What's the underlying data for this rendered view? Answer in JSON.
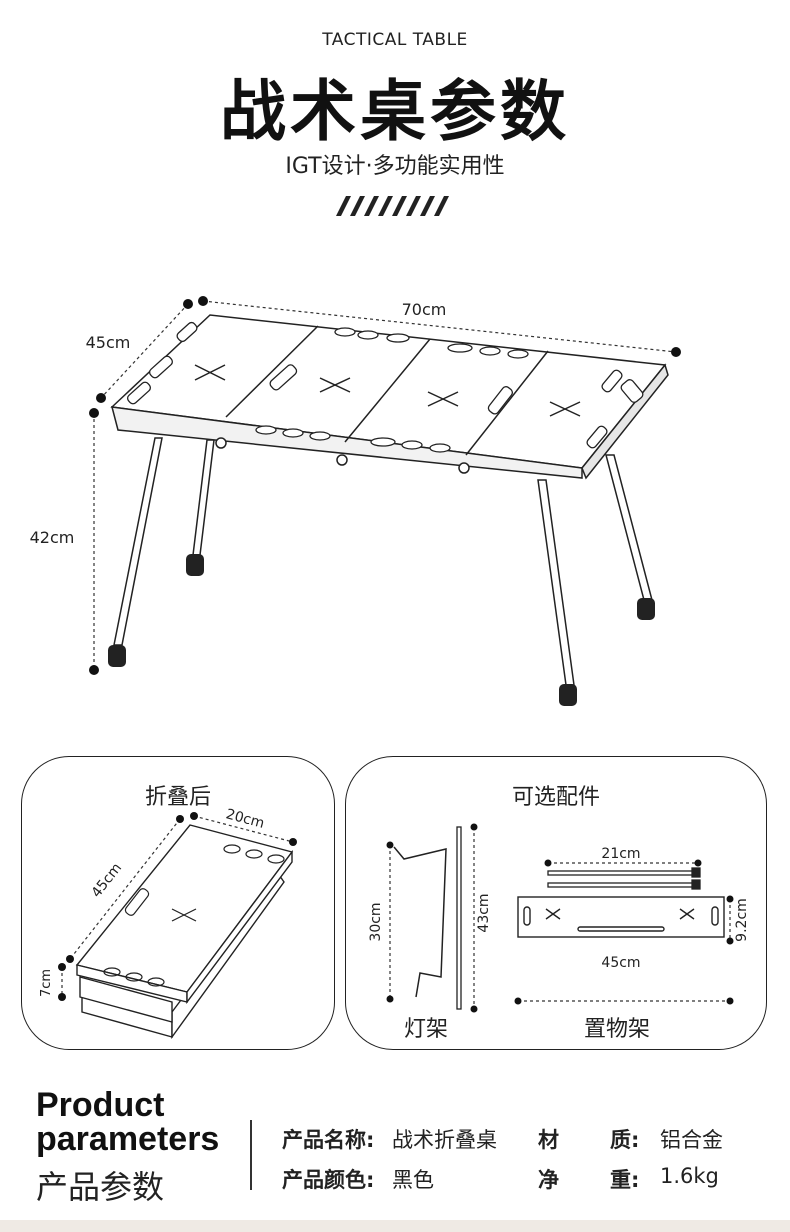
{
  "header": {
    "subtitle_en": "TACTICAL TABLE",
    "title_cn": "战术桌参数",
    "tagline": "IGT设计·多功能实用性"
  },
  "main_diagram": {
    "width_label": "70cm",
    "depth_label": "45cm",
    "height_label": "42cm"
  },
  "folded_panel": {
    "title": "折叠后",
    "width_label": "20cm",
    "length_label": "45cm",
    "thickness_label": "7cm"
  },
  "accessories_panel": {
    "title": "可选配件",
    "lamp_height_label": "30cm",
    "pole_height_label": "43cm",
    "rod_length_label": "21cm",
    "shelf_length_label": "45cm",
    "shelf_width_label": "9.2cm",
    "lamp_stand_label": "灯架",
    "shelf_label": "置物架"
  },
  "params": {
    "heading_en_line1": "Product",
    "heading_en_line2": "parameters",
    "heading_cn": "产品参数",
    "name_key": "产品名称:",
    "name_val": "战术折叠桌",
    "material_key1": "材",
    "material_key2": "质:",
    "material_val": "铝合金",
    "color_key": "产品颜色:",
    "color_val": "黑色",
    "weight_key1": "净",
    "weight_key2": "重:",
    "weight_val": "1.6kg"
  }
}
